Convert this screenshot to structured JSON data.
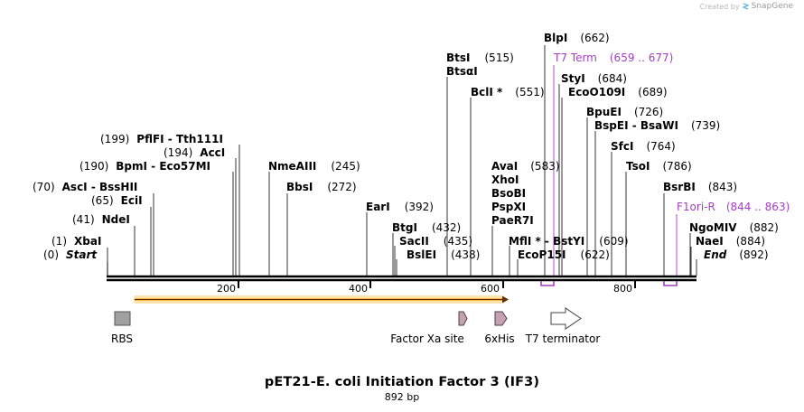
{
  "credit": {
    "created_by": "Created by",
    "brand": "SnapGene"
  },
  "title": "pET21-E. coli Initiation Factor 3 (IF3)",
  "length_label": "892 bp",
  "colors": {
    "line": "#000000",
    "feature_purple": "#a43fc4",
    "orf": "#f5a623",
    "rbs_fill": "#a0a0a0",
    "factor_fill": "#c9a0b0"
  },
  "sites": [
    {
      "name": "Start",
      "pos": "(0)",
      "style": "italic"
    },
    {
      "name": "XbaI",
      "pos": "(1)"
    },
    {
      "name": "NdeI",
      "pos": "(41)"
    },
    {
      "name": "EciI",
      "pos": "(65)"
    },
    {
      "name": "AscI  - BssHII",
      "pos": "(70)"
    },
    {
      "name": "BpmI  - Eco57MI",
      "pos": "(190)"
    },
    {
      "name": "AccI",
      "pos": "(194)"
    },
    {
      "name": "PflFI  - Tth111I",
      "pos": "(199)"
    },
    {
      "name": "NmeAIII",
      "pos": "(245)"
    },
    {
      "name": "BbsI",
      "pos": "(272)"
    },
    {
      "name": "EarI",
      "pos": "(392)"
    },
    {
      "name": "BtgI",
      "pos": "(432)"
    },
    {
      "name": "SacII",
      "pos": "(435)"
    },
    {
      "name": "BslEI",
      "pos": "(438)"
    },
    {
      "name": "BtsI",
      "pos": "(515)"
    },
    {
      "name": "BtsαI",
      "pos": ""
    },
    {
      "name": "BclI *",
      "pos": "(551)"
    },
    {
      "name": "AvaI",
      "pos": "(583)"
    },
    {
      "name": "XhoI",
      "pos": ""
    },
    {
      "name": "BsoBI",
      "pos": ""
    },
    {
      "name": "PspXI",
      "pos": ""
    },
    {
      "name": "PaeR7I",
      "pos": ""
    },
    {
      "name": "MflI *  - BstYI",
      "pos": "(609)"
    },
    {
      "name": "EcoP15I",
      "pos": "(622)"
    },
    {
      "name": "BlpI",
      "pos": "(662)"
    },
    {
      "name": "StyI",
      "pos": "(684)"
    },
    {
      "name": "EcoO109I",
      "pos": "(689)"
    },
    {
      "name": "BpuEI",
      "pos": "(726)"
    },
    {
      "name": "BspEI  - BsaWI",
      "pos": "(739)"
    },
    {
      "name": "SfcI",
      "pos": "(764)"
    },
    {
      "name": "TsoI",
      "pos": "(786)"
    },
    {
      "name": "BsrBI",
      "pos": "(843)"
    },
    {
      "name": "NgoMIV",
      "pos": "(882)"
    },
    {
      "name": "NaeI",
      "pos": "(884)"
    },
    {
      "name": "End",
      "pos": "(892)",
      "style": "italic"
    }
  ],
  "purple_features": [
    {
      "name": "T7 Term",
      "range": "(659 .. 677)"
    },
    {
      "name": "F1ori-R",
      "range": "(844 .. 863)"
    }
  ],
  "ruler_ticks": [
    "200",
    "400",
    "600",
    "800"
  ],
  "features": [
    {
      "name": "RBS"
    },
    {
      "name": "Factor Xa site"
    },
    {
      "name": "6xHis"
    },
    {
      "name": "T7 terminator"
    }
  ]
}
